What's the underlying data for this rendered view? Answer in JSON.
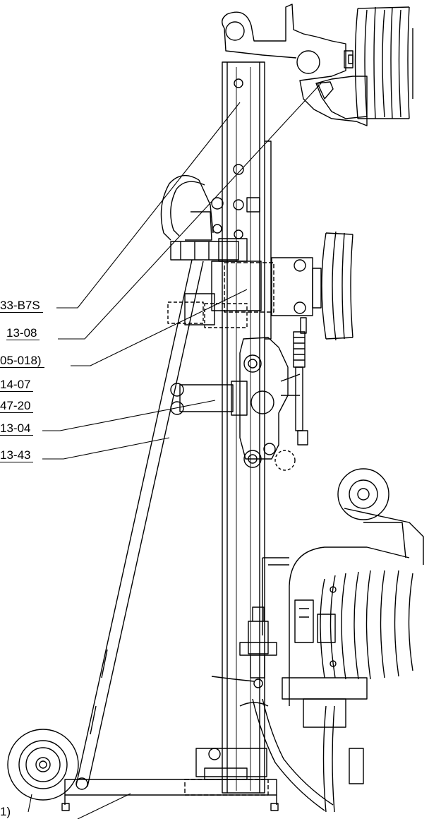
{
  "callouts": [
    {
      "id": "c1",
      "text": "33-B7S"
    },
    {
      "id": "c2",
      "text": "13-08"
    },
    {
      "id": "c3",
      "text": "05-018)"
    },
    {
      "id": "c4",
      "text": "14-07"
    },
    {
      "id": "c5",
      "text": "47-20"
    },
    {
      "id": "c6",
      "text": "13-04"
    },
    {
      "id": "c7",
      "text": "13-43"
    },
    {
      "id": "c8",
      "text": "1)"
    }
  ],
  "colors": {
    "line": "#000000",
    "background": "#ffffff"
  }
}
